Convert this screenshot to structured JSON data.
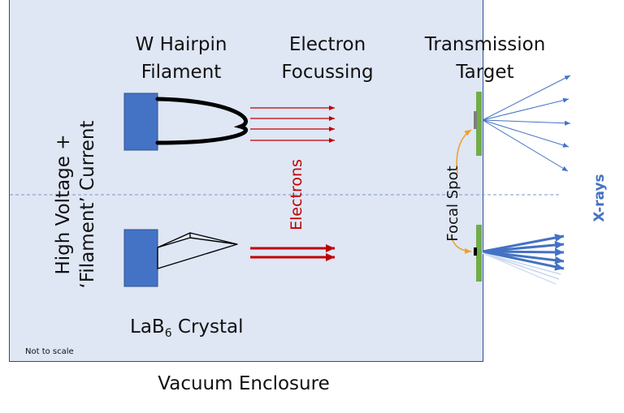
{
  "labels": {
    "w_hairpin": "W Hairpin",
    "filament": "Filament",
    "electron": "Electron",
    "focussing": "Focussing",
    "transmission": "Transmission",
    "target": "Target",
    "high_voltage": "High Voltage +",
    "filament_current": "‘Filament’ Current",
    "electrons": "Electrons",
    "focal_spot": "Focal Spot",
    "xrays": "X-rays",
    "lab6_prefix": "LaB",
    "lab6_sub": "6",
    "lab6_suffix": " Crystal",
    "not_to_scale": "Not to scale",
    "vacuum_enclosure": "Vacuum Enclosure"
  },
  "colors": {
    "enclosure_fill": "#dfe6f4",
    "enclosure_border": "#2b4f8f",
    "cathode_block": "#4472c4",
    "electron_beam": "#c00000",
    "target_plate": "#70ad47",
    "xray": "#4472c4",
    "focal_arrow": "#f0a020"
  }
}
